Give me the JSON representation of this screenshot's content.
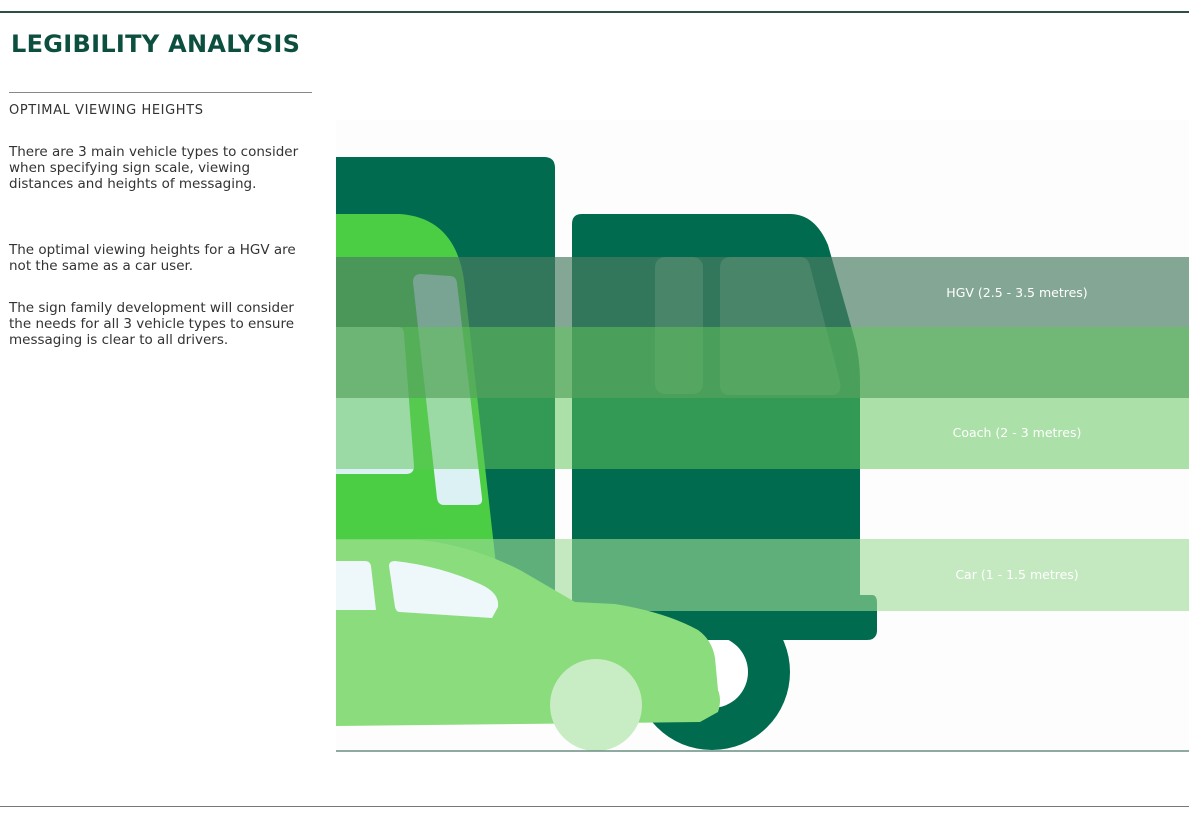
{
  "header": {
    "title": "LEGIBILITY ANALYSIS"
  },
  "sidebar": {
    "heading": "OPTIMAL VIEWING HEIGHTS",
    "paragraphs": [
      "There are 3 main vehicle types to consider when specifying sign scale, viewing distances and heights of messaging.",
      "The optimal viewing heights for a HGV are not the same as a car user.",
      "The sign family development will consider the needs for all 3 vehicle types to ensure messaging is clear to all drivers."
    ]
  },
  "diagram": {
    "bands": [
      {
        "id": "hgv",
        "label": "HGV (2.5 - 3.5 metres)",
        "color": "#4a7d63"
      },
      {
        "id": "coach",
        "label": "Coach (2 - 3 metres)",
        "color": "#5fc65a"
      },
      {
        "id": "car",
        "label": "Car (1 - 1.5 metres)",
        "color": "#9edc98"
      }
    ],
    "vehicle_colors": {
      "hgv": "#006b4e",
      "coach": "#4cce44",
      "car": "#8bdc7d",
      "window": "#dcf1f4"
    }
  }
}
